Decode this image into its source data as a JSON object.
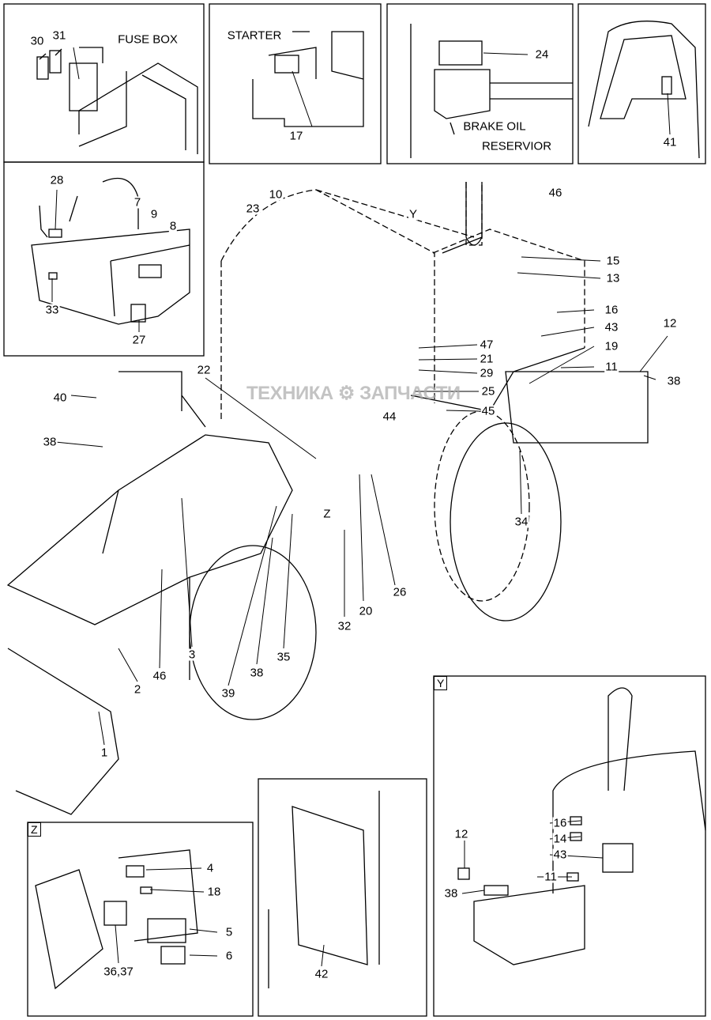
{
  "watermark": {
    "text": "ТЕХНИКА ⚙ ЗАПЧАСТИ"
  },
  "insets": {
    "fuse_box": {
      "title": "FUSE BOX",
      "labels": [
        "30",
        "31"
      ]
    },
    "starter": {
      "title": "STARTER",
      "labels": [
        "17"
      ]
    },
    "brake": {
      "title_line1": "BRAKE OIL",
      "title_line2": "RESERVIOR",
      "labels": [
        "24"
      ]
    },
    "window": {
      "labels": [
        "41"
      ]
    },
    "seat": {
      "labels": [
        "28",
        "7",
        "9",
        "8",
        "33",
        "27"
      ]
    },
    "view_y": {
      "tag": "Y",
      "labels": [
        "16",
        "14",
        "43",
        "12",
        "11",
        "38"
      ]
    },
    "view_z": {
      "tag": "Z",
      "labels": [
        "4",
        "18",
        "5",
        "6",
        "36,37"
      ]
    },
    "grille": {
      "labels": [
        "42"
      ]
    }
  },
  "main": {
    "view_markers": [
      "Y",
      "Z"
    ],
    "labels": [
      "23",
      "10",
      "46",
      "15",
      "13",
      "16",
      "43",
      "12",
      "47",
      "19",
      "21",
      "29",
      "11",
      "38",
      "22",
      "40",
      "25",
      "45",
      "44",
      "38",
      "34",
      "26",
      "20",
      "32",
      "3",
      "46",
      "35",
      "38",
      "39",
      "2",
      "1"
    ]
  }
}
